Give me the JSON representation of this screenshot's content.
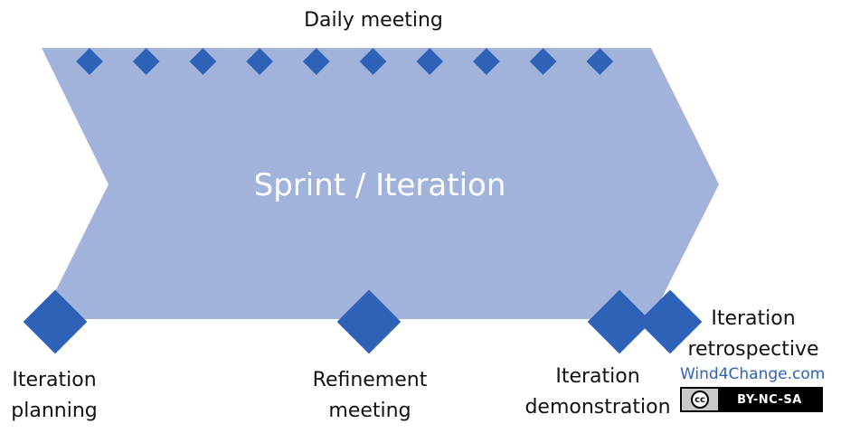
{
  "colors": {
    "chevron": "#a1b3db",
    "marker": "#2e62b7",
    "chevron_text": "#ffffff",
    "brand_text": "#2e62b7"
  },
  "diagram": {
    "chevron_label": "Sprint / Iteration",
    "daily_meeting_label": "Daily meeting",
    "daily_meeting_count": 10,
    "events": [
      {
        "line1": "Iteration",
        "line2": "planning"
      },
      {
        "line1": "Refinement",
        "line2": "meeting"
      },
      {
        "line1": "Iteration",
        "line2": "demonstration"
      },
      {
        "line1": "Iteration",
        "line2": "retrospective"
      }
    ]
  },
  "footer": {
    "brand": "Wind4Change.com",
    "license_icon": "cc-icon",
    "license_icon_text": "cc",
    "license_text": "BY-NC-SA"
  }
}
